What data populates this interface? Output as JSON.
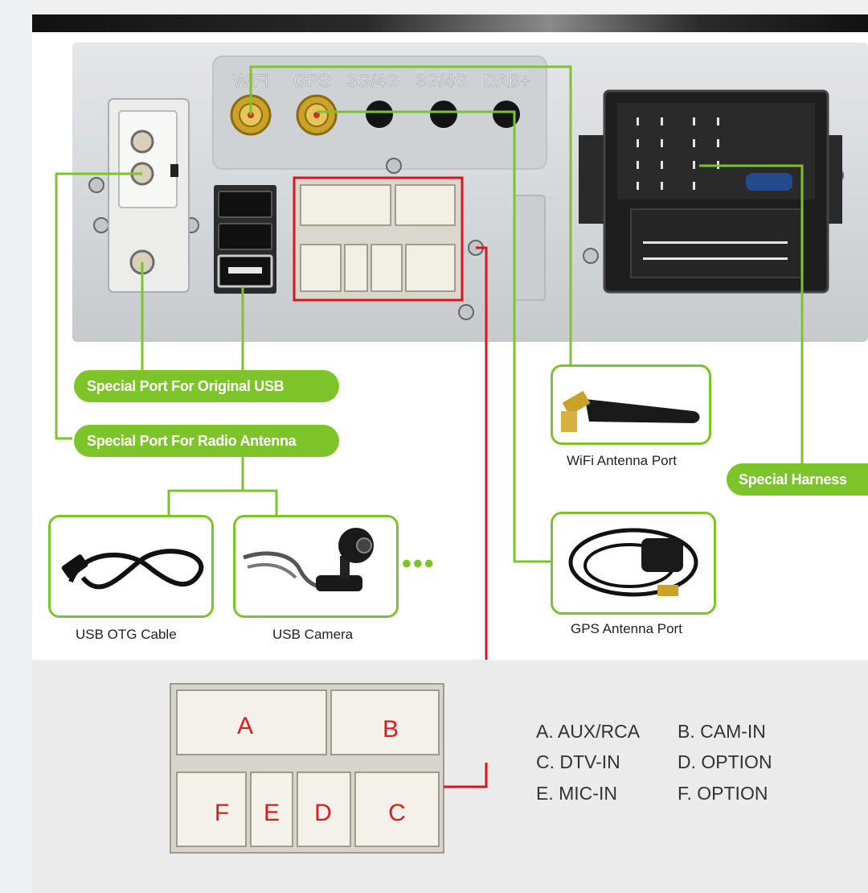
{
  "antenna_labels": [
    "WiFi",
    "GPS",
    "3G/4G",
    "3G/4G",
    "DAB+"
  ],
  "callouts": {
    "original_usb": "Special Port For Original USB",
    "radio_antenna": "Special Port For Radio Antenna",
    "harness": "Special Harness"
  },
  "accessories": {
    "usb_otg": "USB OTG Cable",
    "usb_camera": "USB Camera",
    "more": "•••",
    "wifi": "WiFi Antenna Port",
    "gps": "GPS Antenna Port"
  },
  "connector_letters": [
    "A",
    "B",
    "F",
    "E",
    "D",
    "C"
  ],
  "legend": [
    [
      "A. AUX/RCA",
      "B. CAM-IN"
    ],
    [
      "C. DTV-IN",
      "D. OPTION"
    ],
    [
      "E. MIC-IN",
      "F. OPTION"
    ]
  ],
  "colors": {
    "accent_green": "#7dc42b",
    "highlight_red": "#d9161c"
  }
}
